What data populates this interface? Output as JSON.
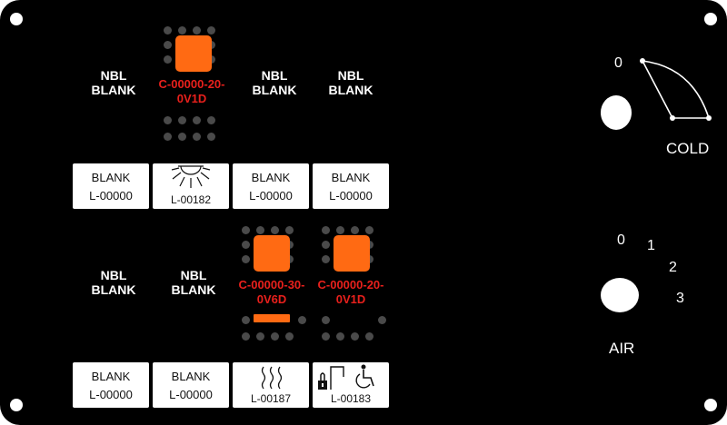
{
  "panel": {
    "nbl_cells": [
      {
        "line1": "NBL",
        "line2": "BLANK"
      },
      {
        "line1": "NBL",
        "line2": "BLANK"
      },
      {
        "line1": "NBL",
        "line2": "BLANK"
      },
      {
        "line1": "NBL",
        "line2": "BLANK"
      },
      {
        "line1": "NBL",
        "line2": "BLANK"
      }
    ],
    "led_codes": [
      {
        "line1": "C-00000-20-",
        "line2": "0V1D"
      },
      {
        "line1": "C-00000-30-",
        "line2": "0V6D"
      },
      {
        "line1": "C-00000-20-",
        "line2": "0V1D"
      }
    ],
    "labels": [
      {
        "line1": "BLANK",
        "line2": "L-00000"
      },
      {
        "icon": "light-icon",
        "code": "L-00182"
      },
      {
        "line1": "BLANK",
        "line2": "L-00000"
      },
      {
        "line1": "BLANK",
        "line2": "L-00000"
      },
      {
        "line1": "BLANK",
        "line2": "L-00000"
      },
      {
        "line1": "BLANK",
        "line2": "L-00000"
      },
      {
        "icon": "heat-icon",
        "code": "L-00187"
      },
      {
        "icon": "lock-wheelchair-icon",
        "code": "L-00183"
      }
    ],
    "cold_knob": {
      "scale_min": "0",
      "title": "COLD"
    },
    "air_knob": {
      "scale": [
        "0",
        "1",
        "2",
        "3"
      ],
      "title": "AIR"
    },
    "colors": {
      "background": "#000000",
      "led": "#ff6a13",
      "code_text": "#e8201c",
      "dot": "#4a4a4a"
    }
  }
}
